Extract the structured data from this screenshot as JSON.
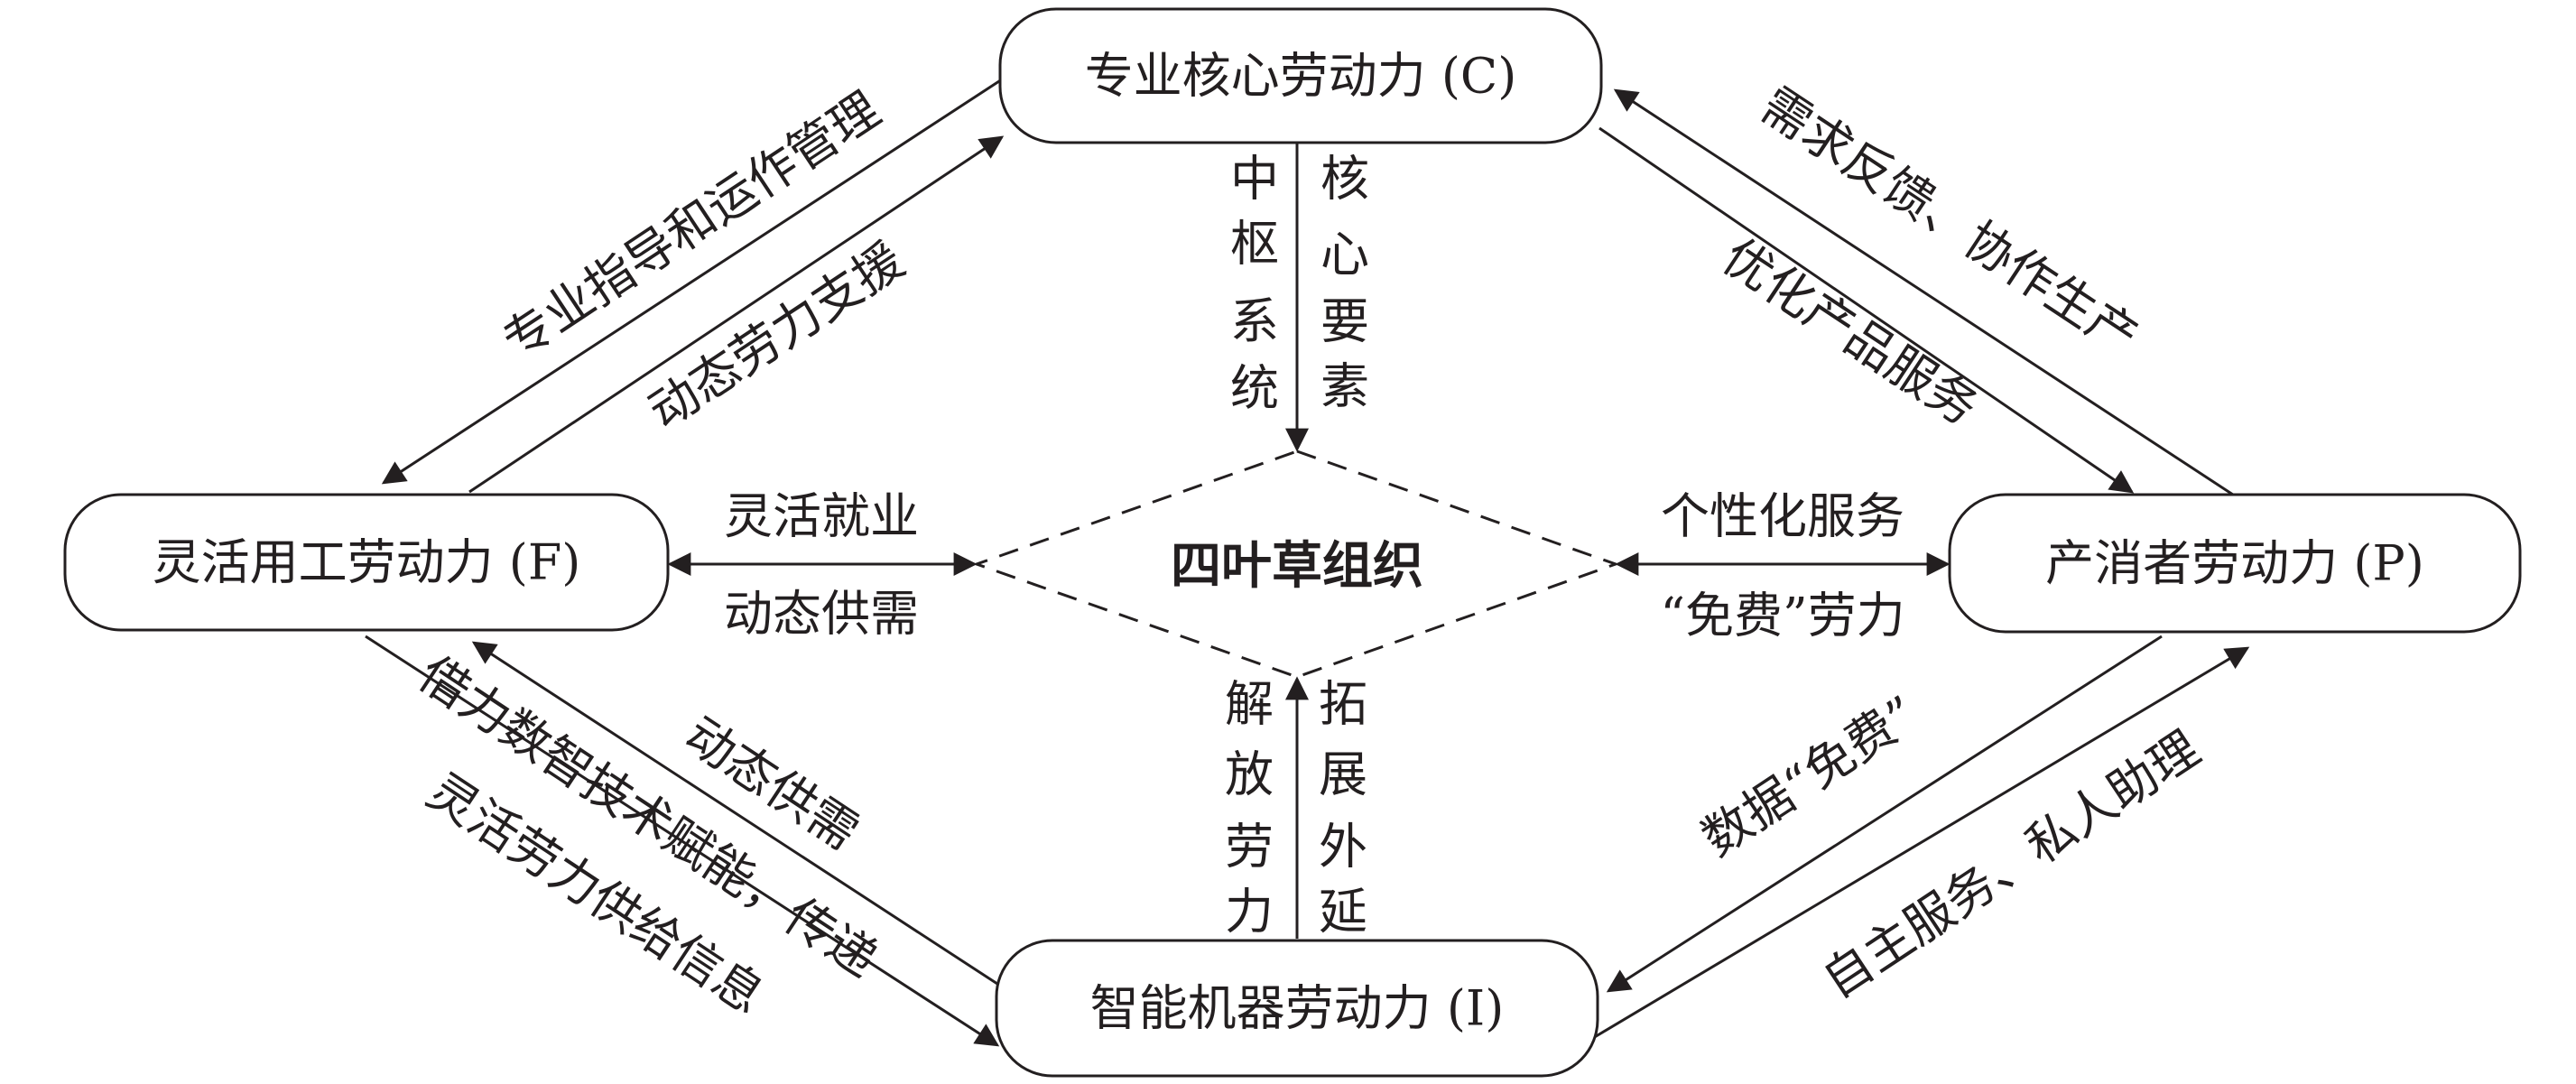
{
  "nodes": {
    "C": "专业核心劳动力 (C)",
    "F": "灵活用工劳动力 (F)",
    "P": "产消者劳动力 (P)",
    "I": "智能机器劳动力 (I)"
  },
  "center": "四叶草组织",
  "edge_labels": {
    "cf_outer": "专业指导和运作管理",
    "cf_inner": "动态劳力支援",
    "cp_outer": "需求反馈、协作生产",
    "cp_inner": "优化产品服务",
    "fi_outer_1": "借力数智技术赋能，传递",
    "fi_outer_2": "灵活劳力供给信息",
    "fi_inner": "动态供需",
    "ip_inner": "数据“免费”",
    "ip_outer": "自主服务、私人助理",
    "f_center_top": "灵活就业",
    "f_center_bottom": "动态供需",
    "p_center_top": "个性化服务",
    "p_center_bottom": "“免费”劳力"
  },
  "vertical_labels": {
    "c_left": [
      "中",
      "枢",
      "系",
      "统"
    ],
    "c_right": [
      "核",
      "心",
      "要",
      "素"
    ],
    "i_left": [
      "解",
      "放",
      "劳",
      "力"
    ],
    "i_right": [
      "拓",
      "展",
      "外",
      "延"
    ]
  }
}
